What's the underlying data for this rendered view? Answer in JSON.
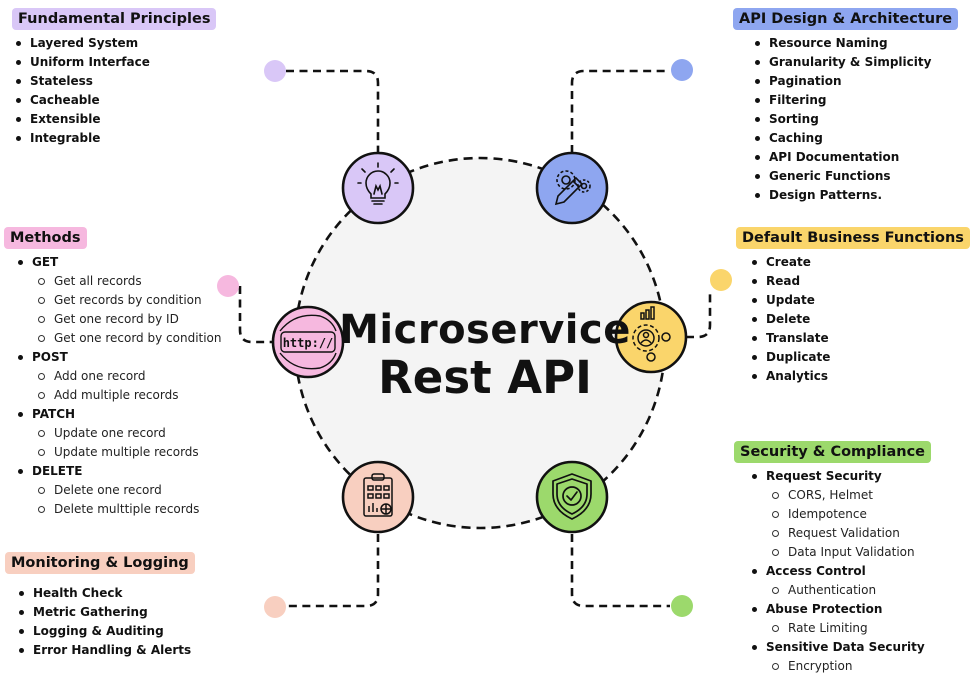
{
  "center": {
    "line1": "Microservice",
    "line2": "Rest API"
  },
  "colors": {
    "fundamental": "#d9c7f7",
    "api_design": "#8ea6f0",
    "methods": "#f6b8df",
    "business": "#fad56b",
    "monitoring": "#f8cfc0",
    "security": "#9cd96c",
    "center_circle": "#f4f4f4"
  },
  "icons": {
    "fundamental": "lightbulb-icon",
    "api_design": "gears-pencil-icon",
    "methods": "http-icon",
    "business": "business-gear-icon",
    "monitoring": "clipboard-report-icon",
    "security": "shield-check-icon"
  },
  "http_icon_text": "http://",
  "sections": {
    "fundamental": {
      "title": "Fundamental Principles",
      "items": [
        "Layered System",
        "Uniform Interface",
        "Stateless",
        "Cacheable",
        "Extensible",
        "Integrable"
      ]
    },
    "api_design": {
      "title": "API Design & Architecture",
      "items": [
        "Resource Naming",
        "Granularity & Simplicity",
        "Pagination",
        "Filtering",
        "Sorting",
        "Caching",
        "API Documentation",
        "Generic Functions",
        "Design Patterns."
      ]
    },
    "methods": {
      "title": "Methods",
      "groups": [
        {
          "label": "GET",
          "items": [
            "Get all records",
            "Get records by condition",
            "Get one record by ID",
            "Get one record by condition"
          ]
        },
        {
          "label": "POST",
          "items": [
            "Add one record",
            "Add multiple records"
          ]
        },
        {
          "label": "PATCH",
          "items": [
            "Update one record",
            "Update multiple records"
          ]
        },
        {
          "label": "DELETE",
          "items": [
            "Delete one record",
            "Delete multtiple records"
          ]
        }
      ]
    },
    "business": {
      "title": "Default Business Functions",
      "items": [
        "Create",
        "Read",
        "Update",
        "Delete",
        "Translate",
        "Duplicate",
        "Analytics"
      ]
    },
    "security": {
      "title": "Security & Compliance",
      "groups": [
        {
          "label": "Request Security",
          "items": [
            "CORS, Helmet",
            "Idempotence",
            "Request Validation",
            "Data Input Validation"
          ]
        },
        {
          "label": "Access Control",
          "items": [
            "Authentication"
          ]
        },
        {
          "label": "Abuse Protection",
          "items": [
            "Rate Limiting"
          ]
        },
        {
          "label": "Sensitive Data Security",
          "items": [
            "Encryption"
          ]
        }
      ]
    },
    "monitoring": {
      "title": "Monitoring & Logging",
      "items": [
        "Health Check",
        "Metric Gathering",
        "Logging & Auditing",
        "Error Handling & Alerts"
      ]
    }
  }
}
